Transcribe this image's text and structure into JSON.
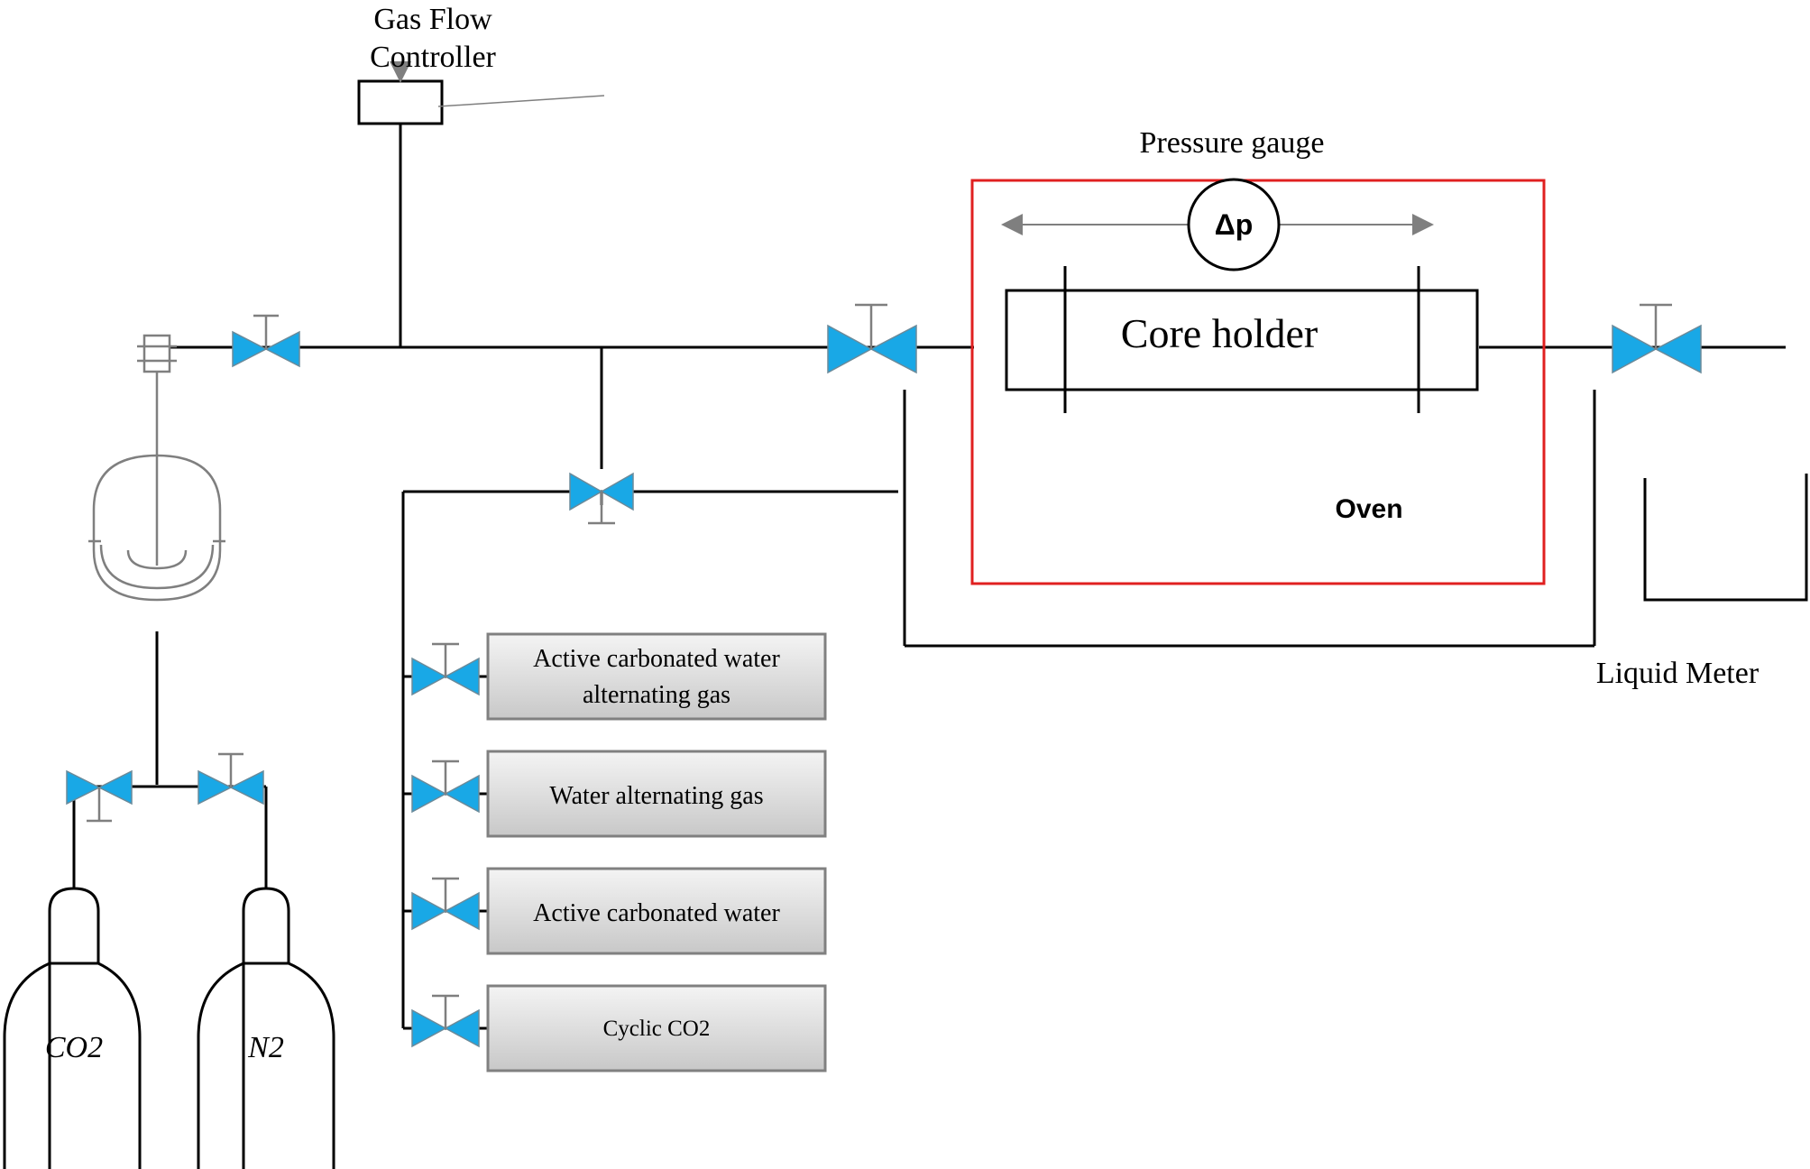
{
  "labels": {
    "gas_flow_controller_line1": "Gas Flow",
    "gas_flow_controller_line2": "Controller",
    "pressure_gauge": "Pressure gauge",
    "delta_p": "Δp",
    "core_holder": "Core holder",
    "oven": "Oven",
    "liquid_meter": "Liquid Meter",
    "cylinder_co2": "CO2",
    "cylinder_n2": "N2"
  },
  "injection_options": [
    {
      "line1": "Active carbonated water",
      "line2": "alternating gas"
    },
    {
      "line1": "Water alternating gas",
      "line2": ""
    },
    {
      "line1": "Active carbonated water",
      "line2": ""
    },
    {
      "line1": "Cyclic CO2",
      "line2": ""
    }
  ],
  "colors": {
    "valve": "#19a8e6",
    "oven_border": "#e02020",
    "pipe": "#000000",
    "box_gradient_top": "#f4f4f4",
    "box_gradient_bottom": "#c8c8c8"
  }
}
